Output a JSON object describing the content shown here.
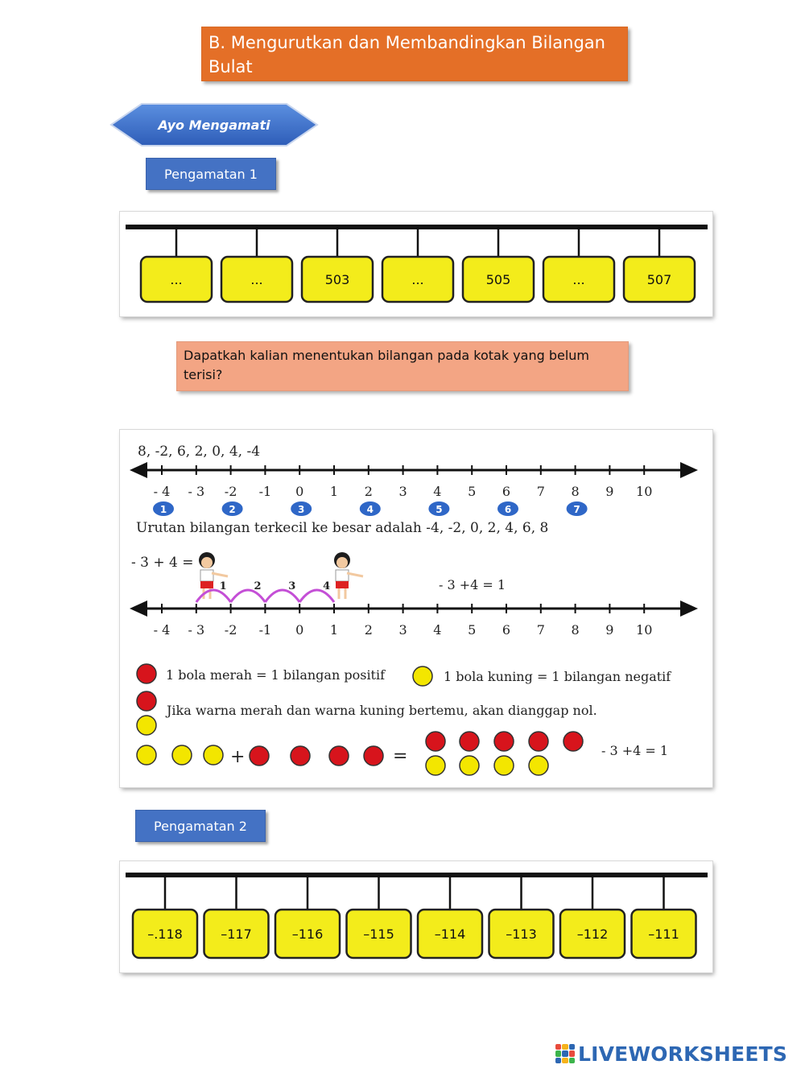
{
  "header": {
    "title": "B. Mengurutkan dan Membandingkan Bilangan Bulat"
  },
  "section": {
    "label": "Ayo Mengamati"
  },
  "observation1": {
    "label": "Pengamatan 1",
    "boxes": [
      "...",
      "...",
      "503",
      "...",
      "505",
      "...",
      "507"
    ]
  },
  "question": {
    "text": "Dapatkah kalian menentukan bilangan pada kotak yang belum terisi?"
  },
  "illustration": {
    "sequence": "8, -2, 6, 2, 0, 4, -4",
    "ticks": [
      "- 4",
      "- 3",
      "-2",
      "-1",
      "0",
      "1",
      "2",
      "3",
      "4",
      "5",
      "6",
      "7",
      "8",
      "9",
      "10"
    ],
    "order_badges": [
      "1",
      "2",
      "3",
      "4",
      "5",
      "6",
      "7"
    ],
    "order_sentence": "Urutan bilangan terkecil ke besar adalah -4, -2, 0, 2, 4, 6, 8",
    "expression_left": "- 3 + 4 =",
    "jump_labels": [
      "1",
      "2",
      "3",
      "4"
    ],
    "result_text": "- 3 +4 = 1",
    "ball_red_text": "1 bola merah = 1 bilangan positif",
    "ball_yellow_text": "1 bola kuning = 1 bilangan negatif",
    "meet_text": "Jika warna merah dan warna kuning bertemu, akan dianggap nol.",
    "plus_sign": "+",
    "equals_sign": "=",
    "final_equation": "- 3 +4 = 1",
    "colors": {
      "red": "#d7141c",
      "yellow": "#f3e600",
      "arc": "#c44fd6",
      "badge": "#2f67c7"
    }
  },
  "observation2": {
    "label": "Pengamatan 2",
    "boxes": [
      "–.118",
      "–117",
      "–116",
      "–115",
      "–114",
      "–113",
      "–112",
      "–111"
    ]
  },
  "footer": {
    "brand": "LIVEWORKSHEETS"
  }
}
